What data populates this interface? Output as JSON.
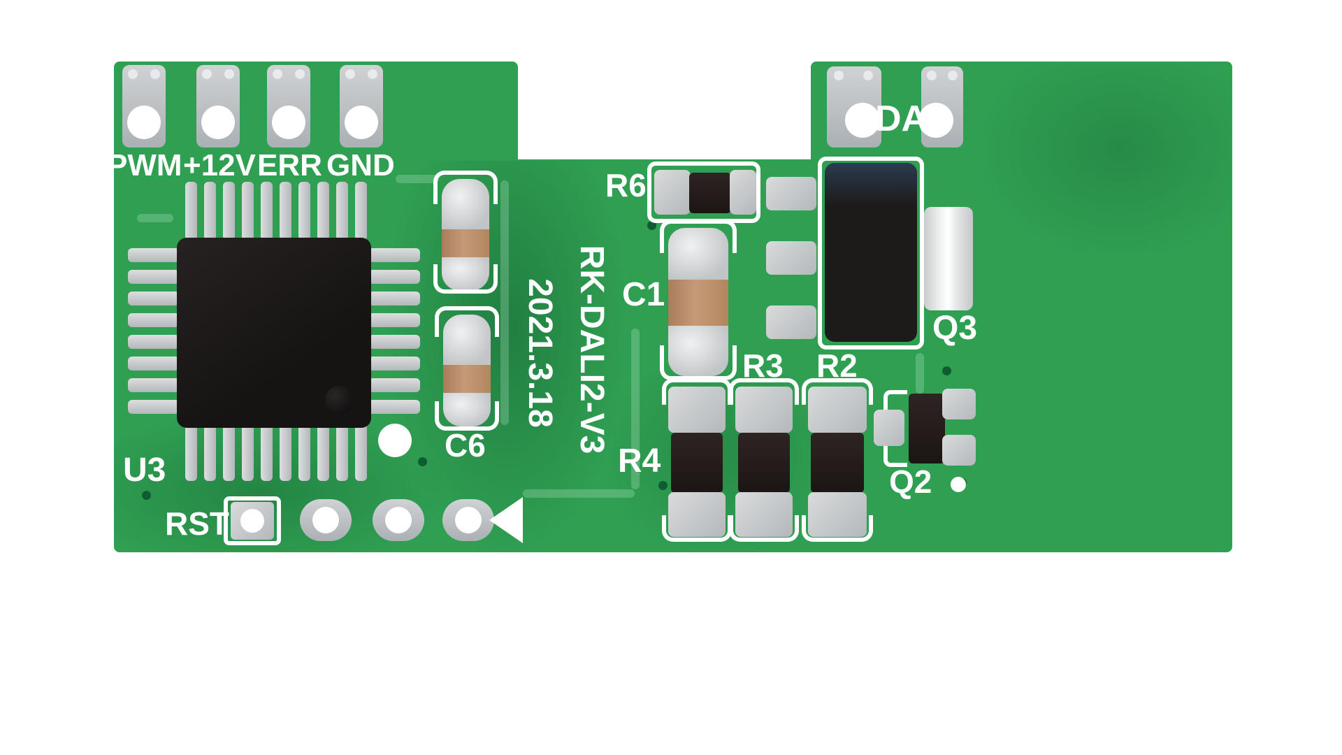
{
  "pcb": {
    "connectors": {
      "pwm": "PWM",
      "v12": "+12V",
      "err": "ERR",
      "gnd": "GND",
      "da": "DA",
      "rst": "RST"
    },
    "components": {
      "u3": "U3",
      "c6": "C6",
      "c1": "C1",
      "r6": "R6",
      "r4": "R4",
      "r3": "R3",
      "r2": "R2",
      "q3": "Q3",
      "q2": "Q2"
    },
    "silkscreen": {
      "model": "RK-DALI2-V3",
      "date": "2021.3.18"
    },
    "colors": {
      "board_green": "#2f9f52",
      "silkscreen": "#ffffff",
      "pad_gray": "#bcbfc2",
      "chip_black": "#1d1a1a",
      "cap_tan": "#bd8a68"
    }
  }
}
